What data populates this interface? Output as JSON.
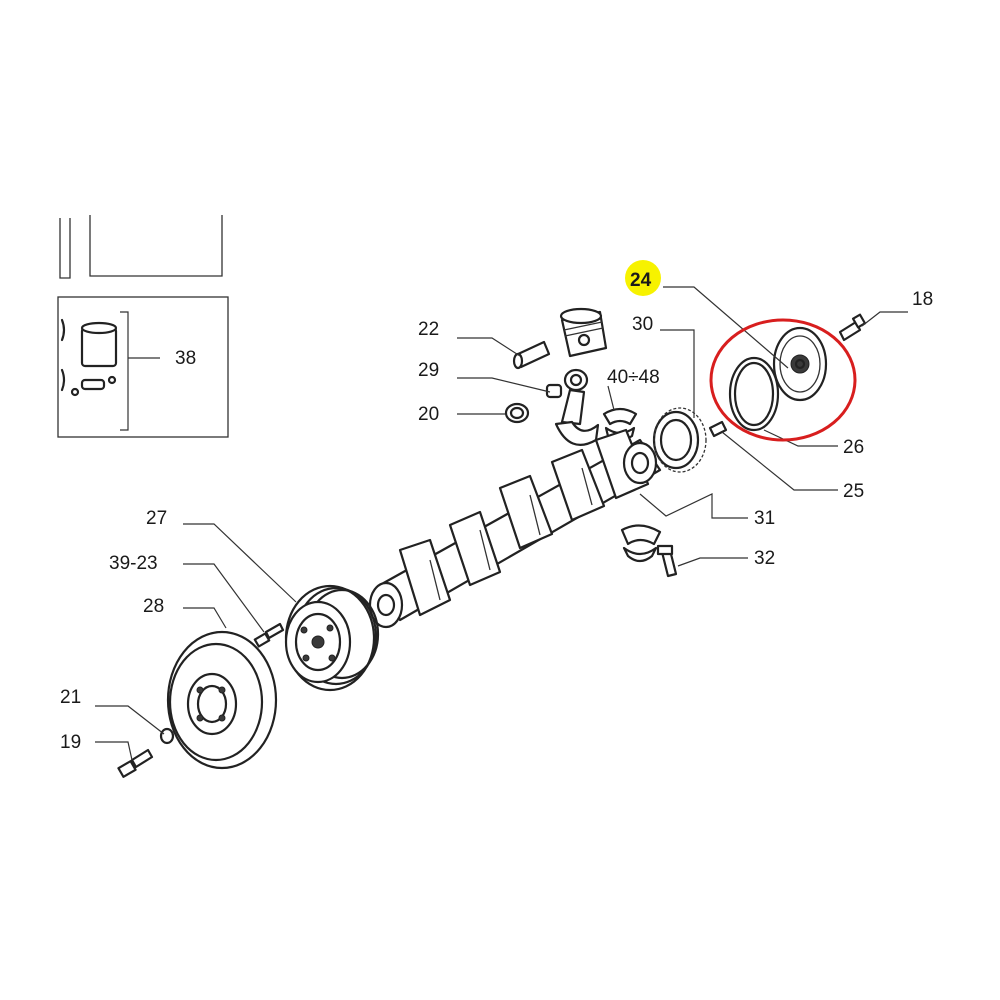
{
  "callouts": {
    "c18": "18",
    "c19": "19",
    "c20": "20",
    "c21": "21",
    "c22": "22",
    "c24": "24",
    "c25": "25",
    "c26": "26",
    "c27": "27",
    "c28": "28",
    "c29": "29",
    "c30": "30",
    "c31": "31",
    "c32": "32",
    "c38": "38",
    "c39_23": "39-23",
    "c40_48": "40÷48"
  },
  "colors": {
    "highlight_label": "#f7f200",
    "highlight_circle": "#d81e1e",
    "line_art": "#222222"
  }
}
